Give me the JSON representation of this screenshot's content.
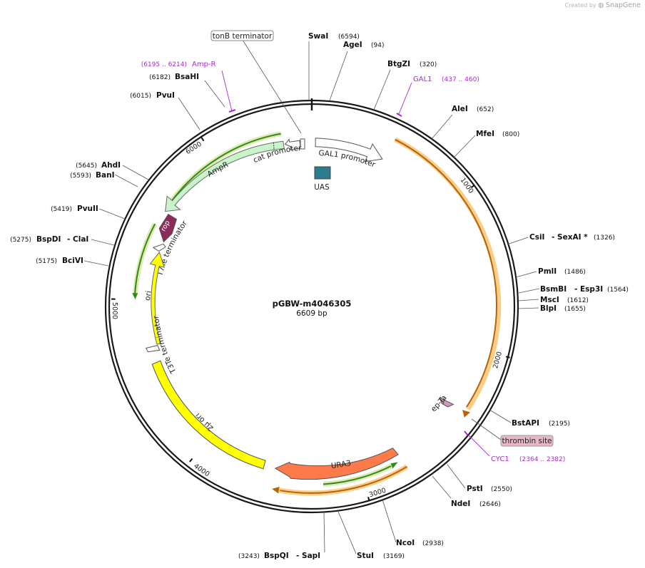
{
  "watermark": {
    "created_by": "Created by",
    "brand": "SnapGene"
  },
  "plasmid": {
    "name": "pGBW-m4046305",
    "size": "6609 bp"
  },
  "ticks": [
    "1000",
    "2000",
    "3000",
    "4000",
    "5000",
    "6000"
  ],
  "sites": [
    {
      "name": "SwaI",
      "pos": "(6594)"
    },
    {
      "name": "AgeI",
      "pos": "(94)"
    },
    {
      "name": "BtgZI",
      "pos": "(320)"
    },
    {
      "name": "AleI",
      "pos": "(652)"
    },
    {
      "name": "MfeI",
      "pos": "(800)"
    },
    {
      "name": "CsiI",
      "name2": "- SexAI *",
      "pos": "(1326)"
    },
    {
      "name": "PmlI",
      "pos": "(1486)"
    },
    {
      "name": "BsmBI",
      "name2": "- Esp3I",
      "pos": "(1564)"
    },
    {
      "name": "MscI",
      "pos": "(1612)"
    },
    {
      "name": "BlpI",
      "pos": "(1655)"
    },
    {
      "name": "BstAPI",
      "pos": "(2195)"
    },
    {
      "name": "PstI",
      "pos": "(2550)"
    },
    {
      "name": "NdeI",
      "pos": "(2646)"
    },
    {
      "name": "NcoI",
      "pos": "(2938)"
    },
    {
      "name": "StuI",
      "pos": "(3169)"
    },
    {
      "name": "BspQI",
      "name2": "- SapI",
      "pos": "(3243)"
    },
    {
      "name": "BciVI",
      "pos": "(5175)"
    },
    {
      "name": "BspDI",
      "name2": "- ClaI",
      "pos": "(5275)"
    },
    {
      "name": "PvuII",
      "pos": "(5419)"
    },
    {
      "name": "BanI",
      "pos": "(5593)"
    },
    {
      "name": "AhdI",
      "pos": "(5645)"
    },
    {
      "name": "PvuI",
      "pos": "(6015)"
    },
    {
      "name": "BsaHI",
      "pos": "(6182)"
    }
  ],
  "primers": [
    {
      "name": "Amp-R",
      "range": "(6195 .. 6214)"
    },
    {
      "name": "GAL1",
      "range": "(437 .. 460)"
    },
    {
      "name": "CYC1",
      "range": "(2364 .. 2382)"
    }
  ],
  "features": {
    "tonb": "tonB terminator",
    "cat_promoter": "cat promoter",
    "gal1_promoter": "GAL1 promoter",
    "uas": "UAS",
    "ampr": "AmpR",
    "rop": "rop",
    "t7te": "T7Te terminator",
    "ori": "ori",
    "t3te": "T3Te terminator",
    "two_micron": "2μ ori",
    "ura3": "URA3",
    "strep": "Strep-Tag II",
    "thrombin": "thrombin site"
  },
  "colors": {
    "ampr_fill": "#c8f5c8",
    "orf_line": "#2f8a1a",
    "orf_glow": "#dfeab0",
    "orange_line": "#b8620a",
    "orange_glow": "#f9cf88",
    "ori_fill": "#ffff00",
    "ura3_fill": "#ff7a4a",
    "rop_fill": "#8c2a5a",
    "uas_fill": "#2c7a8e",
    "primer": "#a62bd6",
    "thrombin_fill": "#e7b9c7",
    "strep_fill": "#d098ba"
  }
}
